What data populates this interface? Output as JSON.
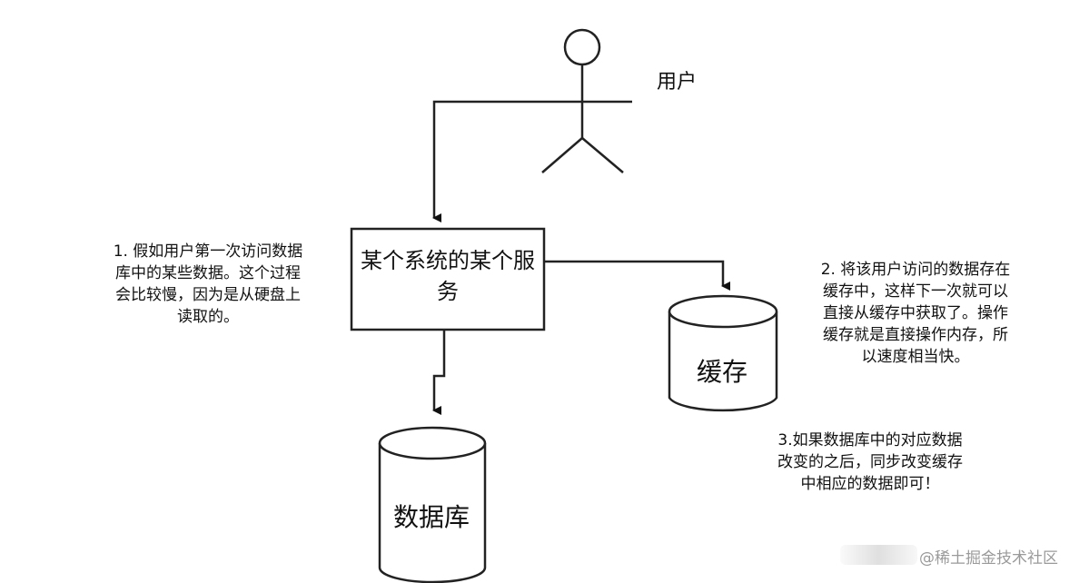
{
  "actor": {
    "label": "用户"
  },
  "service": {
    "label": "某个系统的某个服务"
  },
  "cache": {
    "label": "缓存"
  },
  "database": {
    "label": "数据库"
  },
  "notes": {
    "note1": [
      "1. 假如用户第一次访问数据",
      "库中的某些数据。这个过程",
      "会比较慢，因为是从硬盘上",
      "读取的。"
    ],
    "note2": [
      "2. 将该用户访问的数据存在",
      "缓存中，这样下一次就可以",
      "直接从缓存中获取了。操作",
      "缓存就是直接操作内存，所",
      "以速度相当快。"
    ],
    "note3": [
      "3.如果数据库中的对应数据",
      "改变的之后，同步改变缓存",
      "中相应的数据即可！"
    ]
  },
  "watermark": "@稀土掘金技术社区"
}
